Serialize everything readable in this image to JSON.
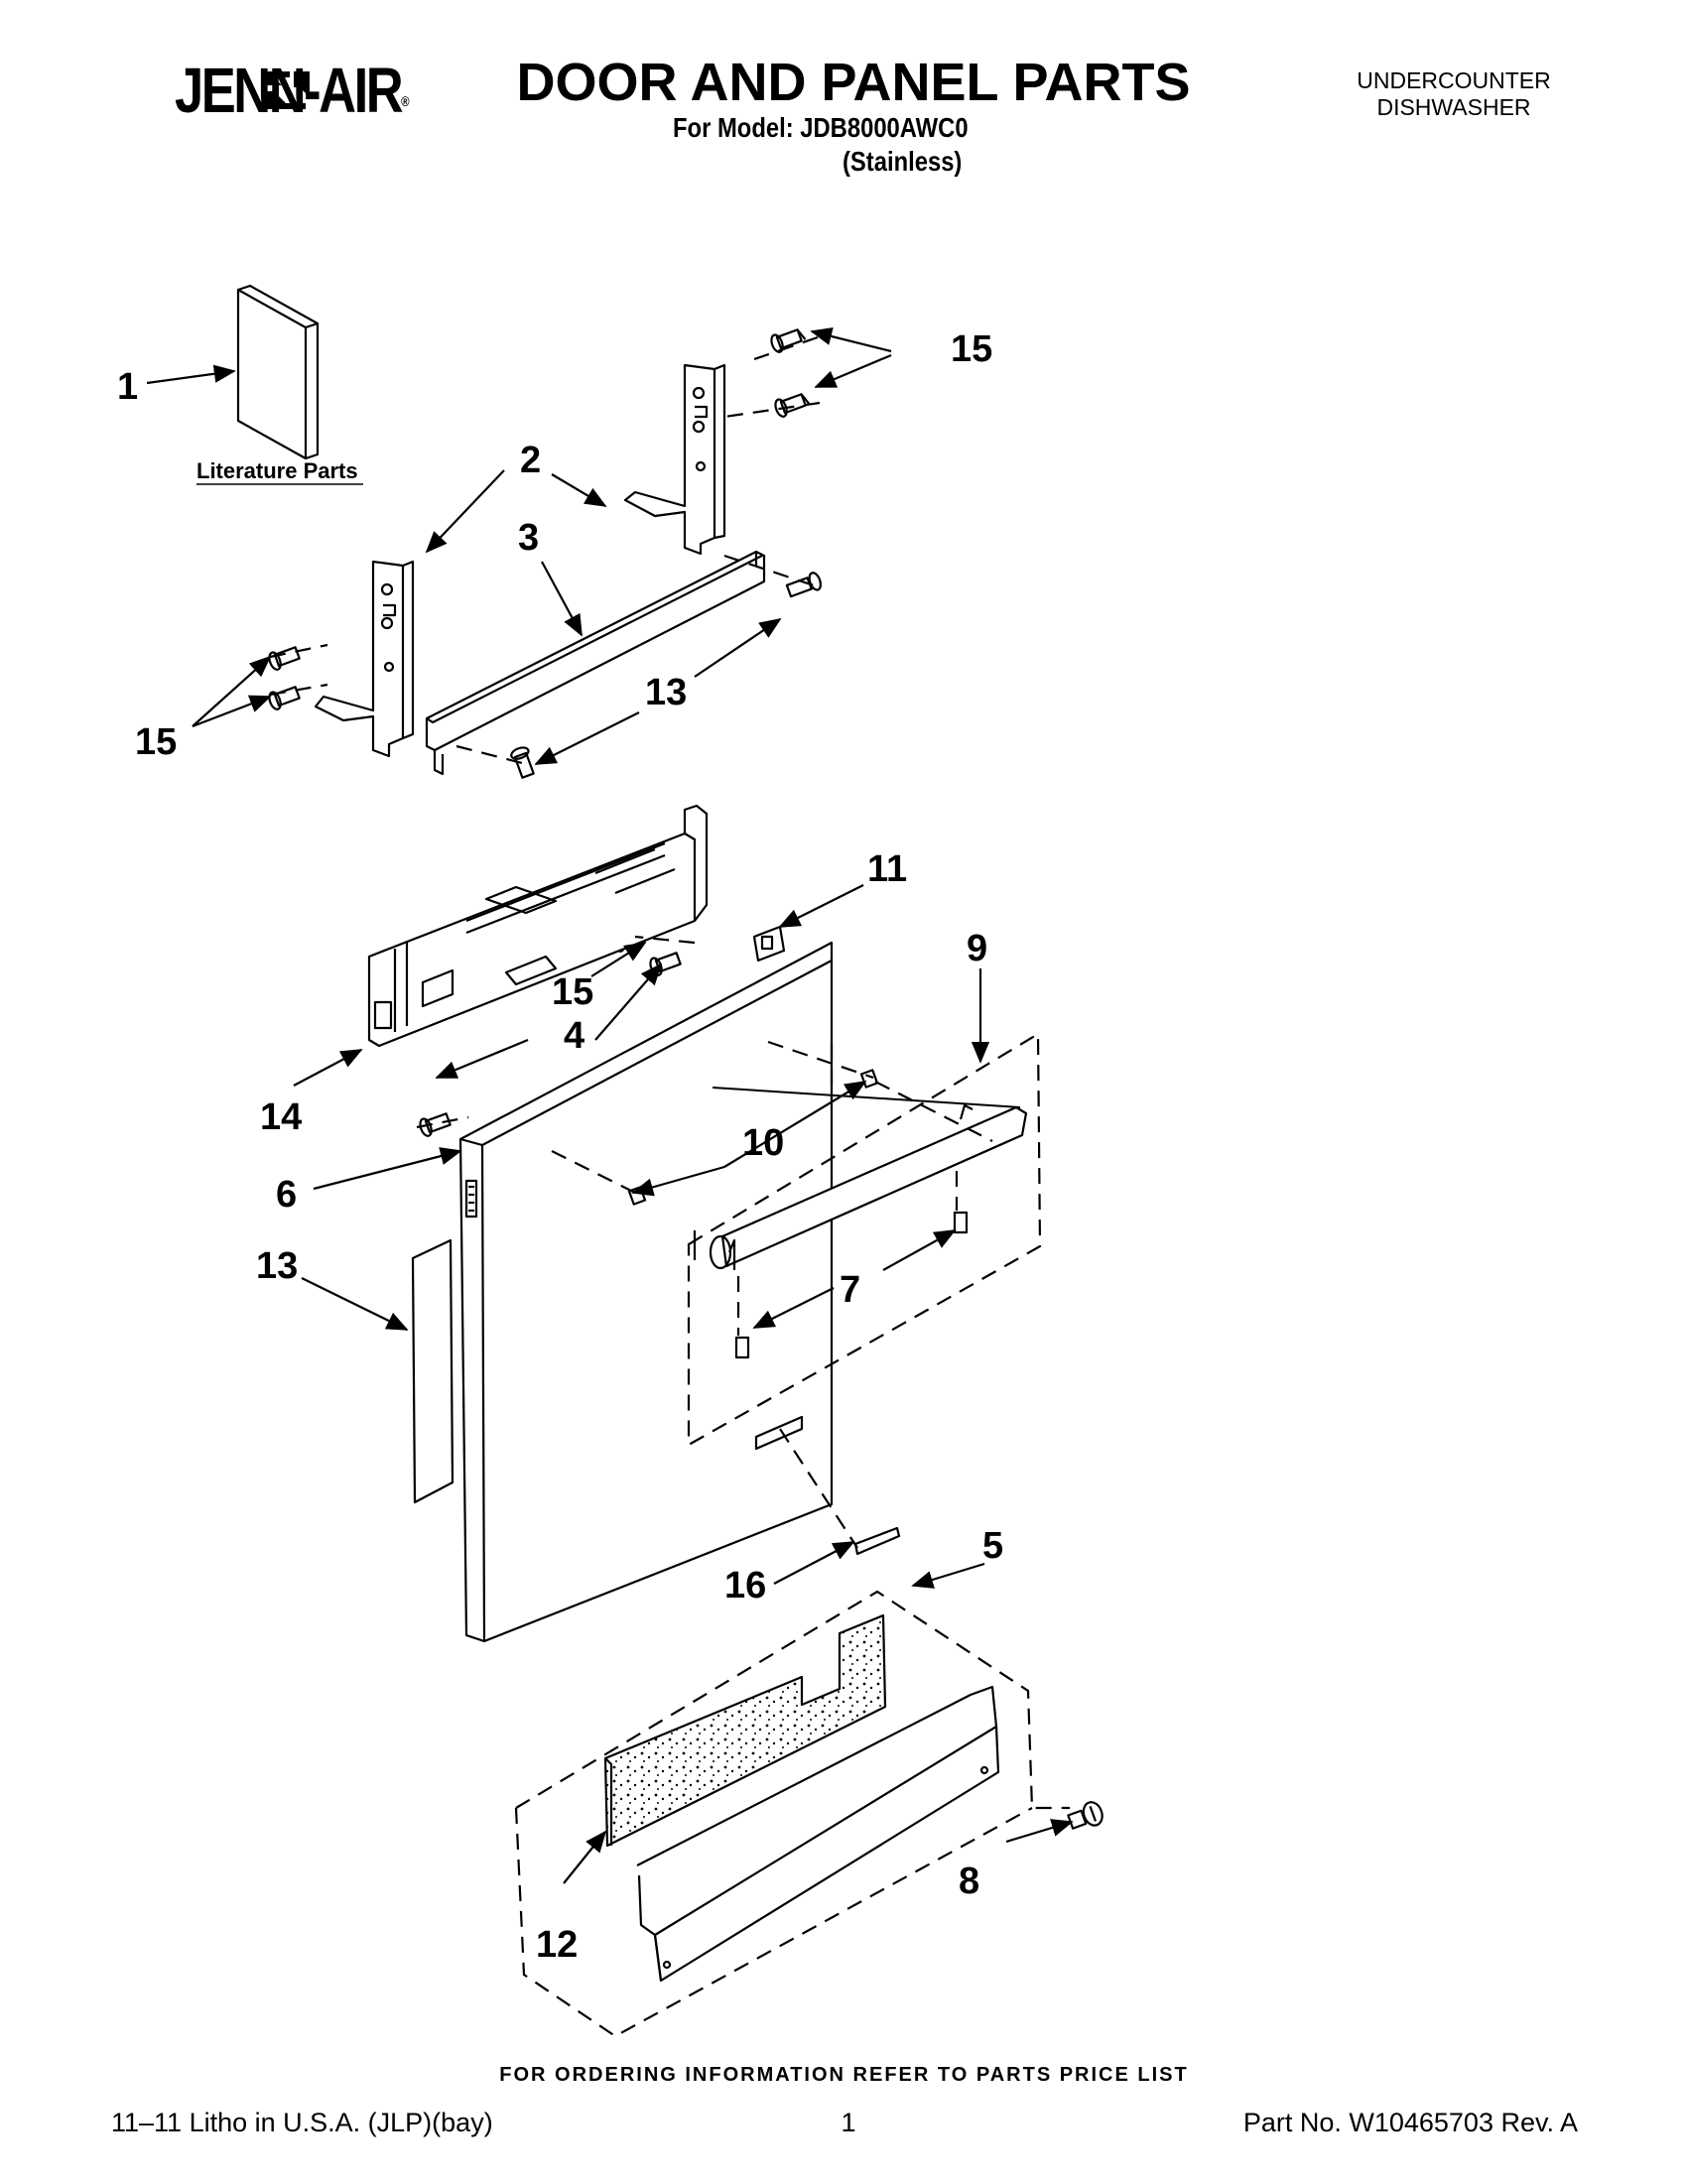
{
  "header": {
    "brand": "JENN-AIR",
    "brand_mark": "®",
    "title": "DOOR AND PANEL PARTS",
    "model_line": "For Model: JDB8000AWC0",
    "variant_line": "(Stainless)",
    "category_line1": "UNDERCOUNTER",
    "category_line2": "DISHWASHER"
  },
  "diagram": {
    "literature_label": "Literature Parts",
    "callouts": [
      "1",
      "2",
      "3",
      "13",
      "15",
      "15",
      "11",
      "9",
      "15",
      "4",
      "14",
      "10",
      "6",
      "13",
      "7",
      "5",
      "16",
      "8",
      "12"
    ]
  },
  "footer": {
    "ordering_note": "FOR ORDERING INFORMATION REFER TO PARTS PRICE LIST",
    "litho": "11–11 Litho in U.S.A. (JLP)(bay)",
    "page": "1",
    "part_no": "Part No. W10465703 Rev. A"
  }
}
